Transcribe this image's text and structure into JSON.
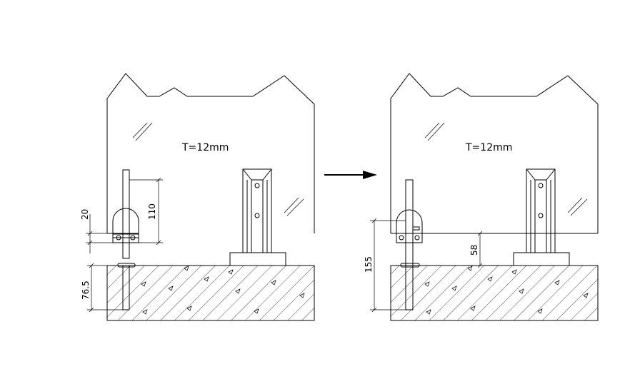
{
  "left_panel": {
    "glass_label": "T=12mm",
    "dims": {
      "clip_height": "20",
      "post_height": "110",
      "embed_depth": "76.5"
    }
  },
  "right_panel": {
    "glass_label": "T=12mm",
    "dims": {
      "gap": "58",
      "total_post": "155"
    }
  },
  "arrow": {
    "direction": "right"
  }
}
